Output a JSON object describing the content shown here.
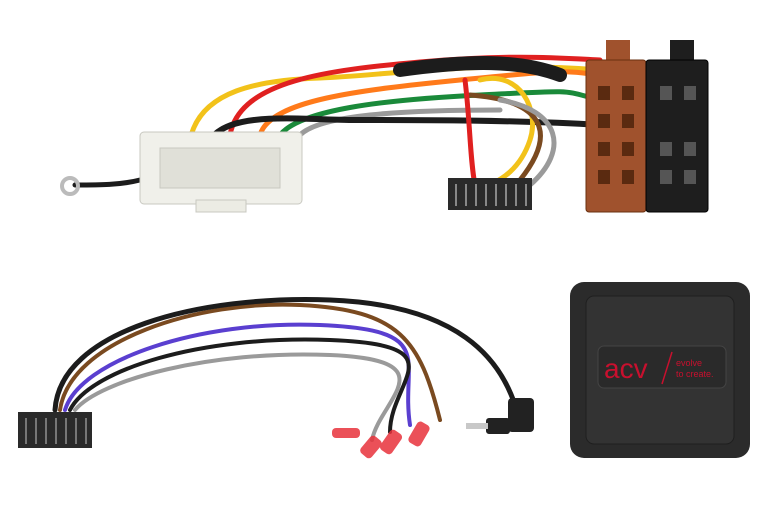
{
  "product_image": {
    "logo": {
      "brand": "acv",
      "tagline_line1": "evolve",
      "tagline_line2": "to create."
    },
    "colors": {
      "logo_red": "#c8102e",
      "module_body": "#2b2b2b",
      "iso_brown": "#a0522d",
      "iso_black": "#1e1e1e",
      "connector_white": "#f0f0ea",
      "connector_black": "#2a2a2a",
      "spade_red": "#e8323c"
    },
    "wire_colors": [
      "#e02020",
      "#f2c21a",
      "#1a8a3a",
      "#1c1c1c",
      "#ff7a1a",
      "#7a4a20",
      "#5a3fd0",
      "#9a9a9a",
      "#ffffff"
    ]
  }
}
